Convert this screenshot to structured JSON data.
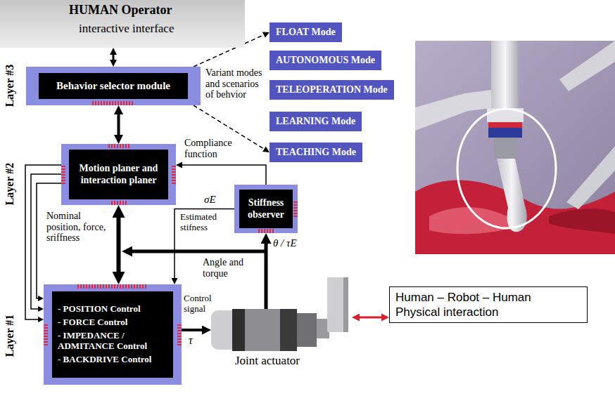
{
  "diagram": {
    "nodes": [
      {
        "text": [
          "HUMAN Operator",
          "interactive interface"
        ]
      },
      {
        "text": [
          "Behavior selector module"
        ]
      },
      {
        "text": [
          "FLOAT Mode"
        ]
      },
      {
        "text": [
          "AUTONOMOUS Mode"
        ]
      },
      {
        "text": [
          "TELEOPERATION Mode"
        ]
      },
      {
        "text": [
          "LEARNING Mode"
        ]
      },
      {
        "text": [
          "TEACHING Mode"
        ]
      },
      {
        "text": [
          "Motion planer and interaction planer"
        ]
      },
      {
        "text": [
          "Stiffness observer"
        ]
      },
      {
        "text": [
          "- POSITION Control",
          "- FORCE Control",
          "- IMPEDANCE / ADMITANCE Control",
          "- BACKDRIVE Control"
        ]
      },
      {
        "text": [
          "Joint actuator"
        ]
      },
      {
        "text": [
          "Human – Robot – Human Physical interaction"
        ]
      }
    ],
    "edges": [
      {
        "from": 0,
        "to": 1,
        "arrow": "both"
      },
      {
        "from": 1,
        "to": 2,
        "arrow": "to"
      },
      {
        "from": 1,
        "to": 6,
        "arrow": "to"
      },
      {
        "from": 1,
        "to": 7,
        "arrow": "both"
      },
      {
        "from": 8,
        "to": 7,
        "label": "Compliance function",
        "arrow": "to"
      },
      {
        "from": 8,
        "to": 9,
        "label": "Estimated stifness",
        "arrow": "to"
      },
      {
        "from": 7,
        "to": 9,
        "label": "Nominal position, force, sriffness",
        "arrow": "to"
      },
      {
        "from": 7,
        "to": 9,
        "arrow": "to"
      },
      {
        "from": 7,
        "to": 9,
        "arrow": "to"
      },
      {
        "from": 7,
        "to": 9,
        "arrow": "both"
      },
      {
        "from": 9,
        "to": 10,
        "label": "Control signal",
        "arrow": "to"
      },
      {
        "from": 10,
        "to": 8,
        "label": "Angle and torque",
        "arrow": "to"
      },
      {
        "from": 10,
        "to": 11,
        "arrow": "both"
      }
    ],
    "labels": [
      "Layer #3",
      "Variant modes and scenarios of behvior",
      "Layer #2",
      "σE",
      "Layer #1",
      "θ / τE",
      "τ"
    ]
  }
}
